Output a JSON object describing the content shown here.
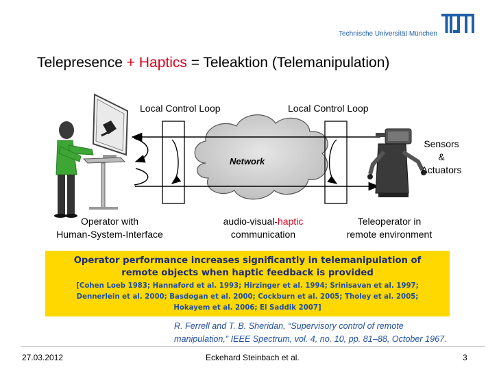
{
  "header": {
    "institution": "Technische Universität München",
    "logo_text": "TUM"
  },
  "title": {
    "part1": "Telepresence ",
    "part2": "+ Haptics",
    "part3": " = Teleaktion (Telemanipulation)"
  },
  "diagram": {
    "loop_left": "Local Control Loop",
    "loop_right": "Local Control Loop",
    "network": "Network",
    "sensors": [
      "Sensors",
      "&",
      "Actuators"
    ],
    "operator": [
      "Operator with",
      "Human-System-Interface"
    ],
    "communication_prefix": "audio-visual-",
    "communication_accent": "haptic",
    "communication_suffix": "communication",
    "teleoperator": [
      "Teleoperator in",
      "remote environment"
    ]
  },
  "highlight": {
    "main": [
      "Operator performance increases significantly in telemanipulation of",
      "remote objects when haptic feedback is provided"
    ],
    "refs": [
      "[Cohen Loeb 1983; Hannaford et al. 1993; Hirzinger et al. 1994; Srinisavan et al. 1997;",
      "Dennerlein et al. 2000; Basdogan et al.  2000; Cockburn et al. 2005; Tholey et al. 2005;",
      "Hokayem et al. 2006; El Saddik 2007]"
    ]
  },
  "citation": [
    "R. Ferrell and T. B. Sheridan, “Supervisory control of remote",
    "manipulation,” IEEE Spectrum, vol. 4, no. 10, pp. 81–88, October 1967."
  ],
  "footer": {
    "date": "27.03.2012",
    "author": "Eckehard Steinbach et al.",
    "page": "3"
  },
  "colors": {
    "accent": "#d9001b",
    "tum_blue": "#1f5fa8",
    "highlight": "#ffd800",
    "highlight_text": "#1a2b7a",
    "operator_green": "#3da635"
  }
}
